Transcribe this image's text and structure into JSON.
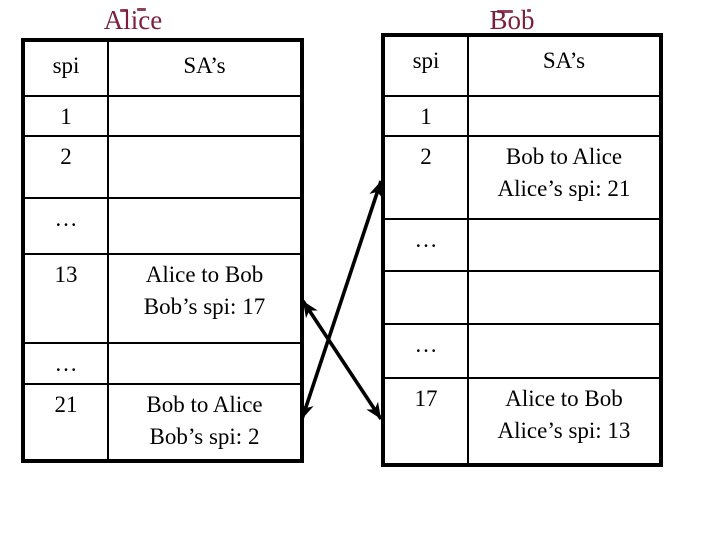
{
  "diagram": {
    "alice": {
      "title": "Alice",
      "headers": {
        "spi": "spi",
        "sa": "SA’s"
      },
      "rows": [
        {
          "spi": "1",
          "sa1": "",
          "sa2": ""
        },
        {
          "spi": "2",
          "sa1": "",
          "sa2": ""
        },
        {
          "spi": "…",
          "sa1": "",
          "sa2": ""
        },
        {
          "spi": "13",
          "sa1": "Alice to Bob",
          "sa2": "Bob’s spi: 17"
        },
        {
          "spi": "…",
          "sa1": "",
          "sa2": ""
        },
        {
          "spi": "21",
          "sa1": "Bob to Alice",
          "sa2": "Bob’s spi: 2"
        }
      ]
    },
    "bob": {
      "title": "Bob",
      "headers": {
        "spi": "spi",
        "sa": "SA’s"
      },
      "rows": [
        {
          "spi": "1",
          "sa1": "",
          "sa2": ""
        },
        {
          "spi": "2",
          "sa1": "Bob to Alice",
          "sa2": "Alice’s spi: 21"
        },
        {
          "spi": "…",
          "sa1": "",
          "sa2": ""
        },
        {
          "spi": "",
          "sa1": "",
          "sa2": ""
        },
        {
          "spi": "…",
          "sa1": "",
          "sa2": ""
        },
        {
          "spi": "17",
          "sa1": "Alice to Bob",
          "sa2": "Alice’s spi: 13"
        }
      ]
    },
    "connections": [
      {
        "from": "Alice SA spi 13",
        "to": "Bob SA spi 17",
        "arrows": "both-ends"
      },
      {
        "from": "Alice SA spi 21",
        "to": "Bob SA spi 2",
        "arrows": "both-ends"
      }
    ],
    "colors": {
      "title_text": "#7D1F3C",
      "table_lines": "#000000",
      "body_text": "#000000",
      "background": "#FFFFFF"
    }
  }
}
